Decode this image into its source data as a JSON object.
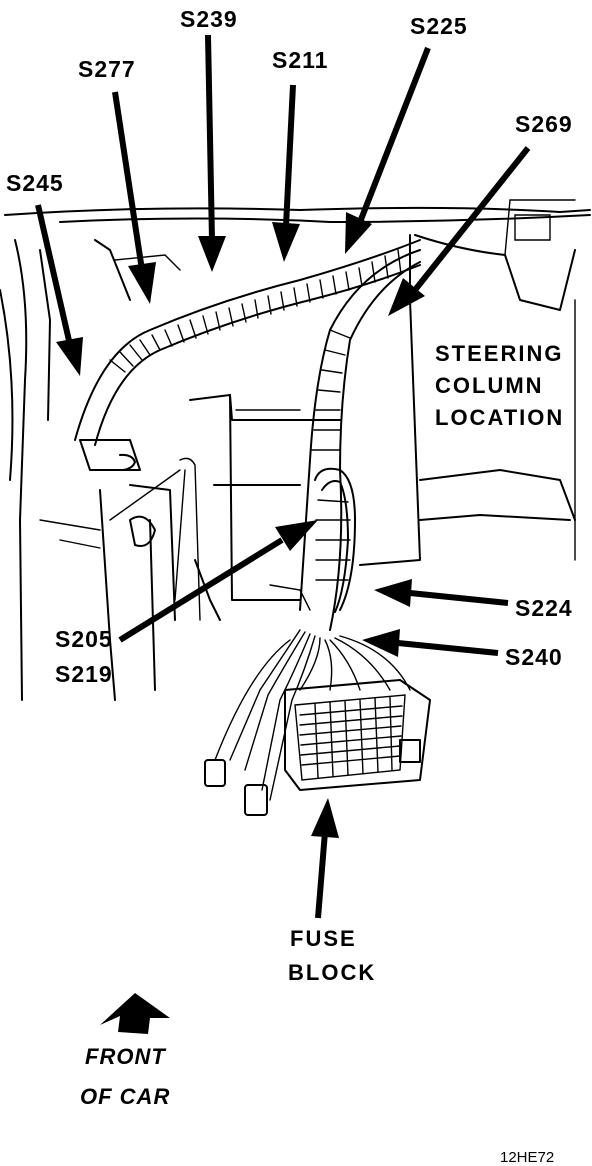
{
  "labels": {
    "s239": "S239",
    "s225": "S225",
    "s277": "S277",
    "s211": "S211",
    "s269": "S269",
    "s245": "S245",
    "steering_line1": "STEERING",
    "steering_line2": "COLUMN",
    "steering_line3": "LOCATION",
    "s224": "S224",
    "s240": "S240",
    "s205": "S205",
    "s219": "S219",
    "fuse_line1": "FUSE",
    "fuse_line2": "BLOCK",
    "front_line1": "FRONT",
    "front_line2": "OF CAR",
    "figure_ref": "12HE72"
  },
  "colors": {
    "ink": "#000000",
    "paper": "#ffffff"
  }
}
